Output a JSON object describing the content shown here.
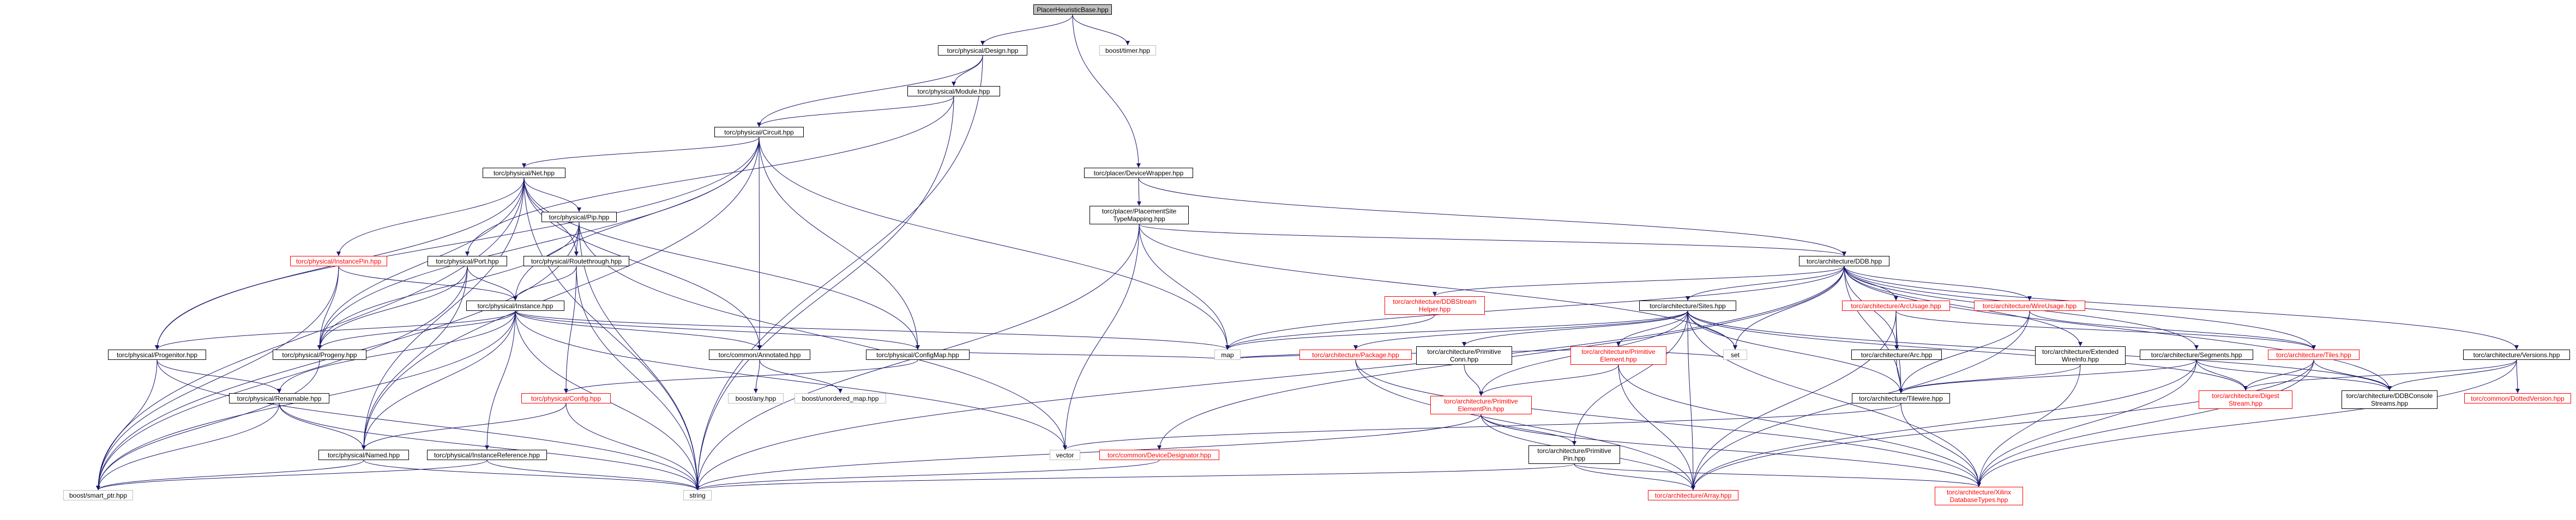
{
  "graph": {
    "title": "PlacerHeuristicBase.hpp",
    "nodes": {
      "root": "PlacerHeuristicBase.hpp",
      "design": "torc/physical/Design.hpp",
      "timer": "boost/timer.hpp",
      "module": "torc/physical/Module.hpp",
      "circuit": "torc/physical/Circuit.hpp",
      "devicewrapper": "torc/placer/DeviceWrapper.hpp",
      "net": "torc/physical/Net.hpp",
      "pip": "torc/physical/Pip.hpp",
      "instancepin": "torc/physical/InstancePin.hpp",
      "port": "torc/physical/Port.hpp",
      "routethrough": "torc/physical/Routethrough.hpp",
      "instance": "torc/physical/Instance.hpp",
      "placementsite": "torc/placer/PlacementSite\nTypeMapping.hpp",
      "ddb": "torc/architecture/DDB.hpp",
      "progenitor": "torc/physical/Progenitor.hpp",
      "progeny": "torc/physical/Progeny.hpp",
      "annotated": "torc/common/Annotated.hpp",
      "configmap": "torc/physical/ConfigMap.hpp",
      "renamable": "torc/physical/Renamable.hpp",
      "config": "torc/physical/Config.hpp",
      "any": "boost/any.hpp",
      "unordered": "boost/unordered_map.hpp",
      "named": "torc/physical/Named.hpp",
      "instref": "torc/physical/InstanceReference.hpp",
      "smartptr": "boost/smart_ptr.hpp",
      "string": "string",
      "map": "map",
      "vector": "vector",
      "set": "set",
      "ddbstream": "torc/architecture/DDBStream\nHelper.hpp",
      "sites": "torc/architecture/Sites.hpp",
      "arcusage": "torc/architecture/ArcUsage.hpp",
      "wireusage": "torc/architecture/WireUsage.hpp",
      "package": "torc/architecture/Package.hpp",
      "primconn": "torc/architecture/Primitive\nConn.hpp",
      "primelement": "torc/architecture/Primitive\nElement.hpp",
      "arc": "torc/architecture/Arc.hpp",
      "extwireinfo": "torc/architecture/Extended\nWireInfo.hpp",
      "segments": "torc/architecture/Segments.hpp",
      "tiles": "torc/architecture/Tiles.hpp",
      "versions": "torc/architecture/Versions.hpp",
      "primelementpin": "torc/architecture/Primitive\nElementPin.hpp",
      "devdesignator": "torc/common/DeviceDesignator.hpp",
      "primpin": "torc/architecture/Primitive\nPin.hpp",
      "tilewire": "torc/architecture/Tilewire.hpp",
      "digeststream": "torc/architecture/Digest\nStream.hpp",
      "ddbconsole": "torc/architecture/DDBConsole\nStreams.hpp",
      "dottedversion": "torc/common/DottedVersion.hpp",
      "array": "torc/architecture/Array.hpp",
      "xilinxtypes": "torc/architecture/Xilinx\nDatabaseTypes.hpp"
    }
  },
  "colors": {
    "edge": "#191970",
    "red_node": "#ff0000",
    "plain_border": "#bfbfbf",
    "root_fill": "#bfbfbf"
  }
}
